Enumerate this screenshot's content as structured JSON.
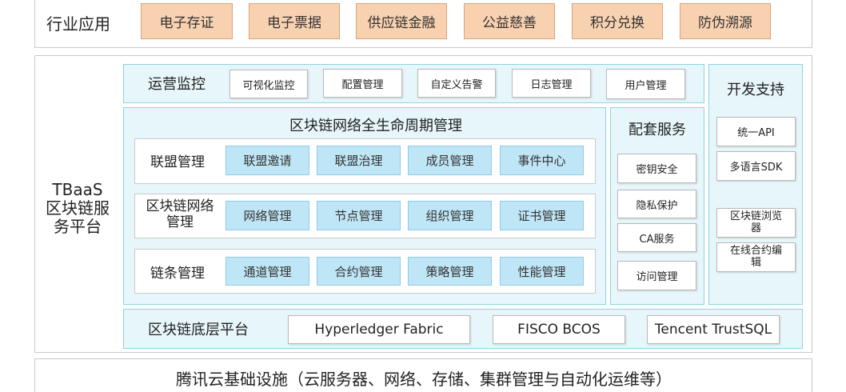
{
  "industry": {
    "label": "行业应用",
    "items": [
      "电子存证",
      "电子票据",
      "供应链金融",
      "公益慈善",
      "积分兑换",
      "防伪溯源"
    ]
  },
  "platform": {
    "title_line1": "TBaaS",
    "title_line2": "区块链服",
    "title_line3": "务平台"
  },
  "ops": {
    "label": "运营监控",
    "items": [
      "可视化监控",
      "配置管理",
      "自定义告警",
      "日志管理",
      "用户管理"
    ]
  },
  "lifecycle": {
    "title": "区块链网络全生命周期管理",
    "rows": [
      {
        "label": "联盟管理",
        "label2": "",
        "items": [
          "联盟邀请",
          "联盟治理",
          "成员管理",
          "事件中心"
        ]
      },
      {
        "label": "区块链网络",
        "label2": "管理",
        "items": [
          "网络管理",
          "节点管理",
          "组织管理",
          "证书管理"
        ]
      },
      {
        "label": "链条管理",
        "label2": "",
        "items": [
          "通道管理",
          "合约管理",
          "策略管理",
          "性能管理"
        ]
      }
    ]
  },
  "support": {
    "label": "配套服务",
    "items": [
      "密钥安全",
      "隐私保护",
      "CA服务",
      "访问管理"
    ]
  },
  "dev": {
    "label": "开发支持",
    "items": [
      {
        "line1": "统一API",
        "line2": ""
      },
      {
        "line1": "多语言SDK",
        "line2": ""
      },
      {
        "line1": "区块链浏览",
        "line2": "器"
      },
      {
        "line1": "在线合约编",
        "line2": "辑"
      }
    ]
  },
  "base": {
    "label": "区块链底层平台",
    "items": [
      "Hyperledger Fabric",
      "FISCO BCOS",
      "Tencent TrustSQL"
    ]
  },
  "infra": {
    "label": "腾讯云基础设施（云服务器、网络、存储、集群管理与自动化运维等）"
  },
  "colors": {
    "industry_box": "#f8d1b0",
    "panel_bg": "#e7f6fa",
    "panel_border": "#8fd3e0",
    "blue_box": "#bfe6f6"
  }
}
